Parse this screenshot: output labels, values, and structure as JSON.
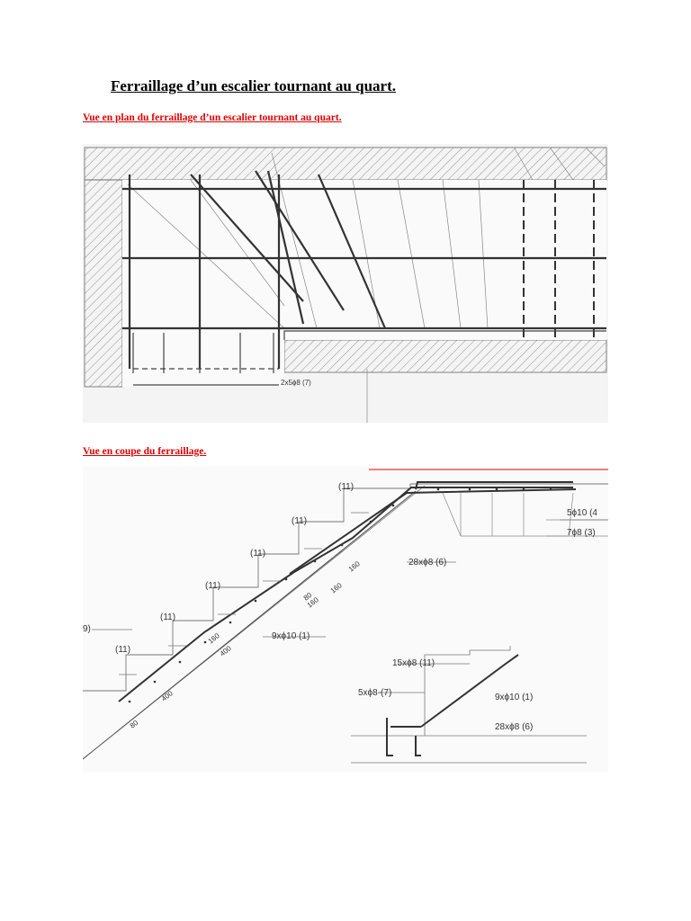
{
  "title": "Ferraillage d’un escalier tournant au quart.",
  "plan": {
    "heading": "Vue en plan du ferraillage d’un escalier tournant au quart.",
    "label_bottom": "2x5ϕ8 (7)"
  },
  "section": {
    "heading": "Vue en coupe du ferraillage.",
    "step_labels": [
      "(11)",
      "(11)",
      "(11)",
      "(11)",
      "(11)",
      "(11)"
    ],
    "label_left": "9)",
    "label_top_right_1": "5ϕ10 (4",
    "label_top_right_2": "7ϕ8 (3)",
    "label_28": "28xϕ8 (6)",
    "label_9x10": "9xϕ10 (1)",
    "dim_400a": "400",
    "dim_400b": "400",
    "dim_80a": "80",
    "dim_80b": "80",
    "dim_160a": "160",
    "dim_160b": "160",
    "dim_160c": "160",
    "dim_160d": "160",
    "detail_15x8": "15xϕ8 (11)",
    "detail_5x8": "5xϕ8-(7)",
    "detail_9x10": "9xϕ10 (1)",
    "detail_28x8": "28xϕ8 (6)"
  }
}
